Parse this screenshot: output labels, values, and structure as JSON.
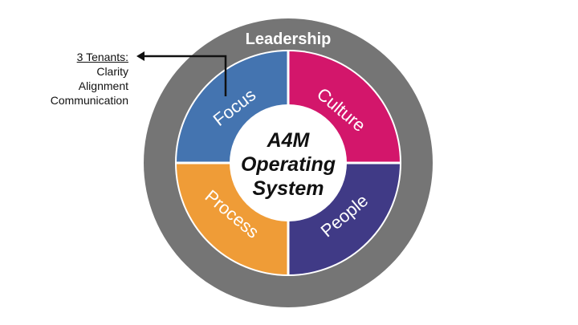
{
  "ring": {
    "label": "Leadership",
    "color": "#757575"
  },
  "segments": [
    {
      "label": "Focus",
      "color": "#4474b0"
    },
    {
      "label": "Culture",
      "color": "#d3166b"
    },
    {
      "label": "People",
      "color": "#403a86"
    },
    {
      "label": "Process",
      "color": "#ef9c37"
    }
  ],
  "center": {
    "lines": [
      "A4M",
      "Operating",
      "System"
    ]
  },
  "note": {
    "heading": "3 Tenants:",
    "items": [
      "Clarity",
      "Alignment",
      "Communication"
    ]
  }
}
